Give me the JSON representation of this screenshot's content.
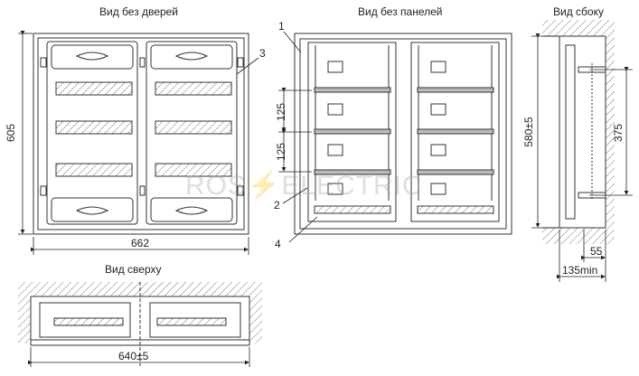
{
  "views": {
    "front_without_doors": "Вид без дверей",
    "front_without_panels": "Вид без панелей",
    "side": "Вид сбоку",
    "top": "Вид сверху"
  },
  "dimensions": {
    "height_front": "605",
    "width_front": "662",
    "module_height_1": "125",
    "module_height_2": "125",
    "side_height": "580±5",
    "side_hole_spacing": "375",
    "side_depth_inner": "55",
    "side_depth_min": "135min",
    "top_width": "640±5"
  },
  "callouts": [
    "1",
    "2",
    "3",
    "4"
  ],
  "watermark": "ROS⚡ELECTRIC"
}
